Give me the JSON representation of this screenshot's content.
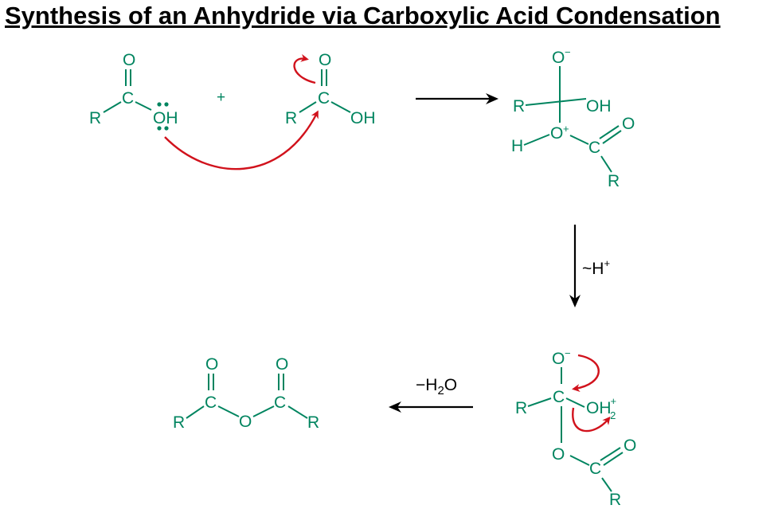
{
  "title": "Synthesis of an Anhydride via Carboxylic Acid Condensation",
  "plus": "+",
  "step2_label": "~H",
  "step2_label_sup": "+",
  "step3_label_pre": "−H",
  "step3_label_sub": "2",
  "step3_label_post": "O",
  "atoms": {
    "R": "R",
    "C": "C",
    "O": "O",
    "OH": "OH",
    "H": "H",
    "O_minus_sup": "−",
    "O_plus_sup": "+",
    "OH2": "OH",
    "OH2_sub": "2",
    "OH2_sup": "+"
  },
  "colors": {
    "molecule": "#00845f",
    "electron_arrow": "#d1121c",
    "reaction_arrow": "#000000"
  }
}
